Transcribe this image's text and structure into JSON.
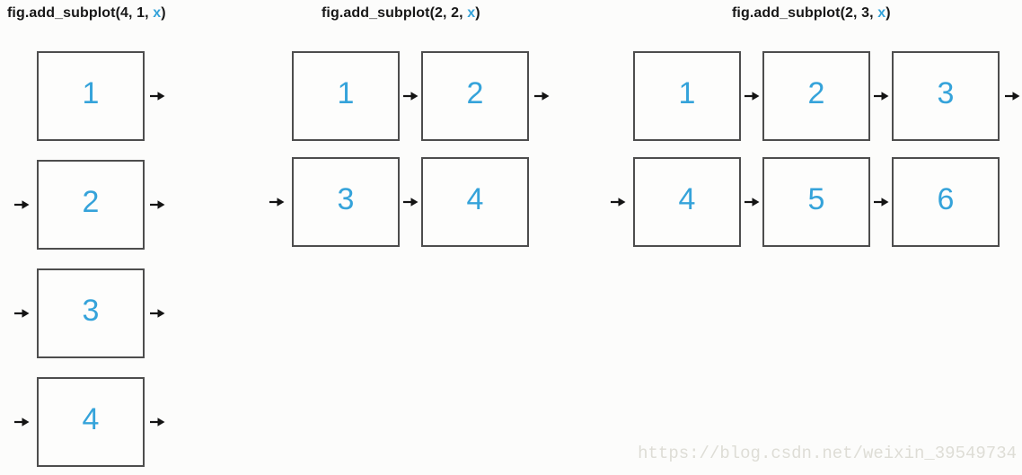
{
  "page": {
    "watermark": "https://blog.csdn.net/weixin_39549734"
  },
  "colors": {
    "accent_blue": "#35a3da",
    "box_border": "#4d4d4d",
    "arrow_black": "#141414",
    "watermark_gray": "#deddd6",
    "background": "#fcfcfb"
  },
  "panels": [
    {
      "grid": "4x1",
      "title": {
        "prefix": "fig.add_subplot(4, 1, ",
        "arg": "x",
        "suffix": ")"
      },
      "rows": [
        {
          "cells": [
            "1"
          ],
          "lead_arrow": false,
          "trail_arrow": true
        },
        {
          "cells": [
            "2"
          ],
          "lead_arrow": true,
          "trail_arrow": true
        },
        {
          "cells": [
            "3"
          ],
          "lead_arrow": true,
          "trail_arrow": true
        },
        {
          "cells": [
            "4"
          ],
          "lead_arrow": true,
          "trail_arrow": true
        }
      ]
    },
    {
      "grid": "2x2",
      "title": {
        "prefix": "fig.add_subplot(2, 2, ",
        "arg": "x",
        "suffix": ")"
      },
      "rows": [
        {
          "cells": [
            "1",
            "2"
          ],
          "lead_arrow": false,
          "trail_arrow": true
        },
        {
          "cells": [
            "3",
            "4"
          ],
          "lead_arrow": true,
          "trail_arrow": false
        }
      ]
    },
    {
      "grid": "2x3",
      "title": {
        "prefix": "fig.add_subplot(2, 3, ",
        "arg": "x",
        "suffix": ")"
      },
      "rows": [
        {
          "cells": [
            "1",
            "2",
            "3"
          ],
          "lead_arrow": false,
          "trail_arrow": true
        },
        {
          "cells": [
            "4",
            "5",
            "6"
          ],
          "lead_arrow": true,
          "trail_arrow": false
        }
      ]
    }
  ]
}
